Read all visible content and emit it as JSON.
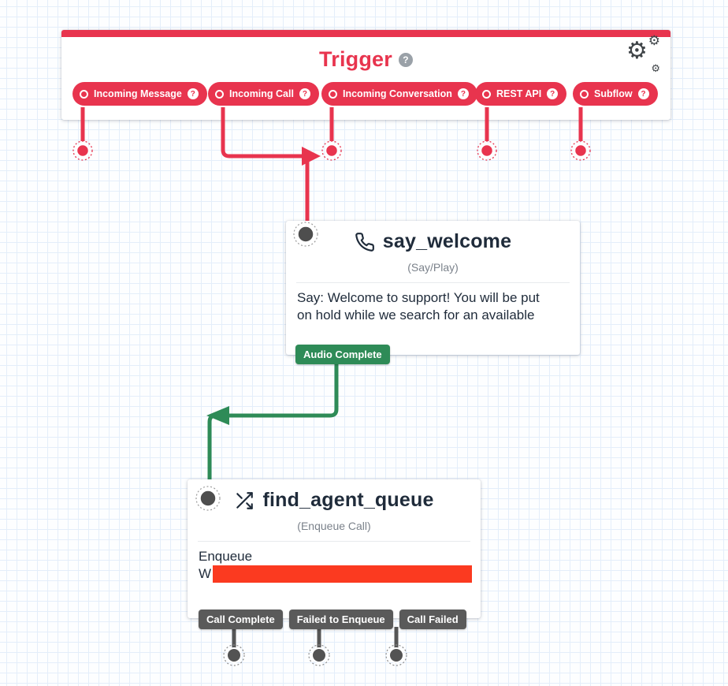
{
  "colors": {
    "accent_red": "#e8344e",
    "success_green": "#2e8b57",
    "neutral_badge_gray": "#5a5a5a",
    "redaction_red": "#fb3a20",
    "title_text": "#1f2b3a"
  },
  "icons": {
    "help_glyph": "?",
    "gear_glyph": "⚙"
  },
  "trigger": {
    "title": "Trigger",
    "pills": [
      {
        "label": "Incoming Message"
      },
      {
        "label": "Incoming Call"
      },
      {
        "label": "Incoming Conversation"
      },
      {
        "label": "REST API"
      },
      {
        "label": "Subflow"
      }
    ]
  },
  "say_welcome": {
    "title": "say_welcome",
    "type_label": "(Say/Play)",
    "body_lines": [
      "Say: Welcome to support! You will be put",
      "on hold while we search for an available"
    ],
    "transitions": [
      {
        "label": "Audio Complete"
      }
    ]
  },
  "find_agent_queue": {
    "title": "find_agent_queue",
    "type_label": "(Enqueue Call)",
    "body_label": "Enqueue",
    "body_value_prefix": "W",
    "transitions": [
      {
        "label": "Call Complete"
      },
      {
        "label": "Failed to Enqueue"
      },
      {
        "label": "Call Failed"
      }
    ]
  }
}
